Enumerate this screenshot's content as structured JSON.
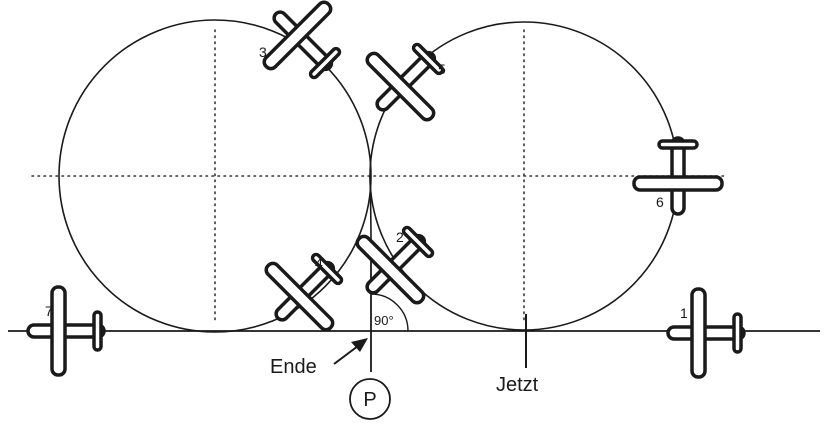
{
  "diagram": {
    "labels": {
      "end": "Ende",
      "now": "Jetzt",
      "point": "P",
      "angle": "90°"
    },
    "planes": [
      {
        "number": "1"
      },
      {
        "number": "2"
      },
      {
        "number": "3"
      },
      {
        "number": "4"
      },
      {
        "number": "5"
      },
      {
        "number": "6"
      },
      {
        "number": "7"
      }
    ],
    "colors": {
      "stroke": "#1a1a1a",
      "background": "#ffffff"
    }
  }
}
